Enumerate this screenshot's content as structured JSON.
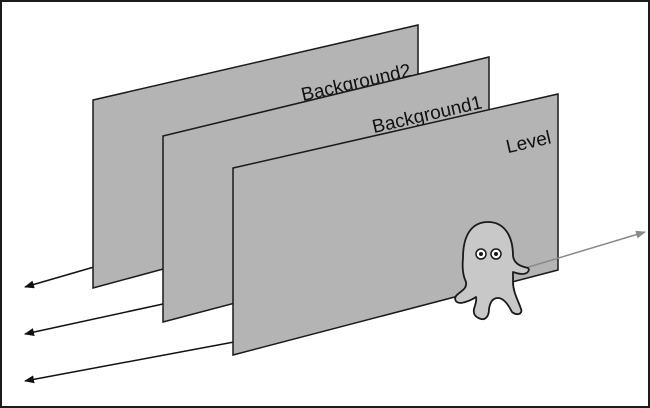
{
  "layers": [
    {
      "label": "Background2"
    },
    {
      "label": "Background1"
    },
    {
      "label": "Level"
    }
  ],
  "colors": {
    "panel_fill": "#b4b4b4",
    "panel_stroke": "#1a1a1a",
    "frame": "#1a1a1a",
    "arrow": "#111111",
    "character_arrow": "#8a8a8a",
    "character_fill": "#c8c8c8"
  },
  "character": {
    "icon": "ghost-character-icon"
  }
}
